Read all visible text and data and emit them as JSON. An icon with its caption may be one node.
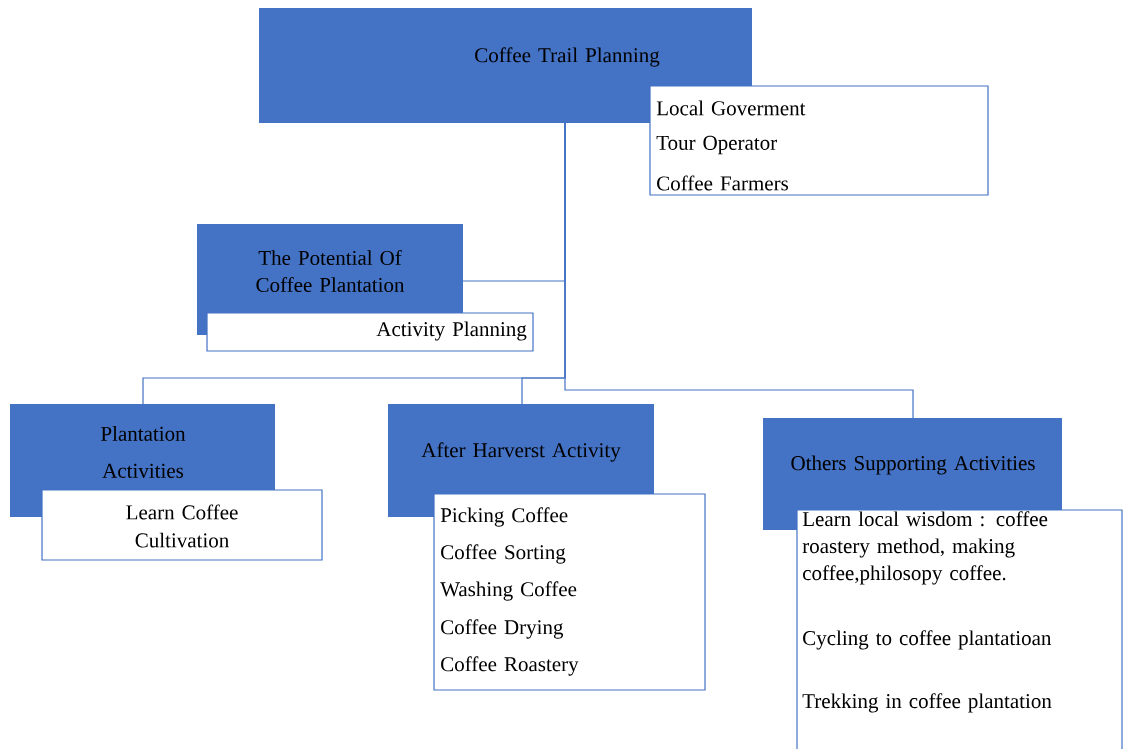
{
  "diagram": {
    "nodes": [
      {
        "text": [
          "Coffee Trail Planning"
        ]
      },
      {
        "text": [
          "Local Goverment",
          "Tour Operator",
          "Coffee Farmers"
        ]
      },
      {
        "text": [
          "The Potential Of Coffee Plantation"
        ]
      },
      {
        "text": [
          "Activity Planning"
        ]
      },
      {
        "text": [
          "Plantation Activities"
        ]
      },
      {
        "text": [
          "Learn Coffee Cultivation"
        ]
      },
      {
        "text": [
          "After Harverst Activity"
        ]
      },
      {
        "text": [
          "Picking Coffee",
          "Coffee Sorting",
          "Washing Coffee",
          "Coffee Drying",
          "Coffee Roastery"
        ]
      },
      {
        "text": [
          "Others Supporting Activities"
        ]
      },
      {
        "text": [
          "Learn local wisdom : coffee roastery method, making coffee,philosopy coffee.",
          "Cycling to coffee plantatioan",
          "Trekking in coffee plantation"
        ]
      }
    ],
    "edges": [
      {
        "from": 0,
        "to": 2,
        "arrow": "none"
      },
      {
        "from": 0,
        "to": 4,
        "arrow": "none"
      },
      {
        "from": 0,
        "to": 6,
        "arrow": "none"
      },
      {
        "from": 0,
        "to": 8,
        "arrow": "none"
      }
    ]
  }
}
